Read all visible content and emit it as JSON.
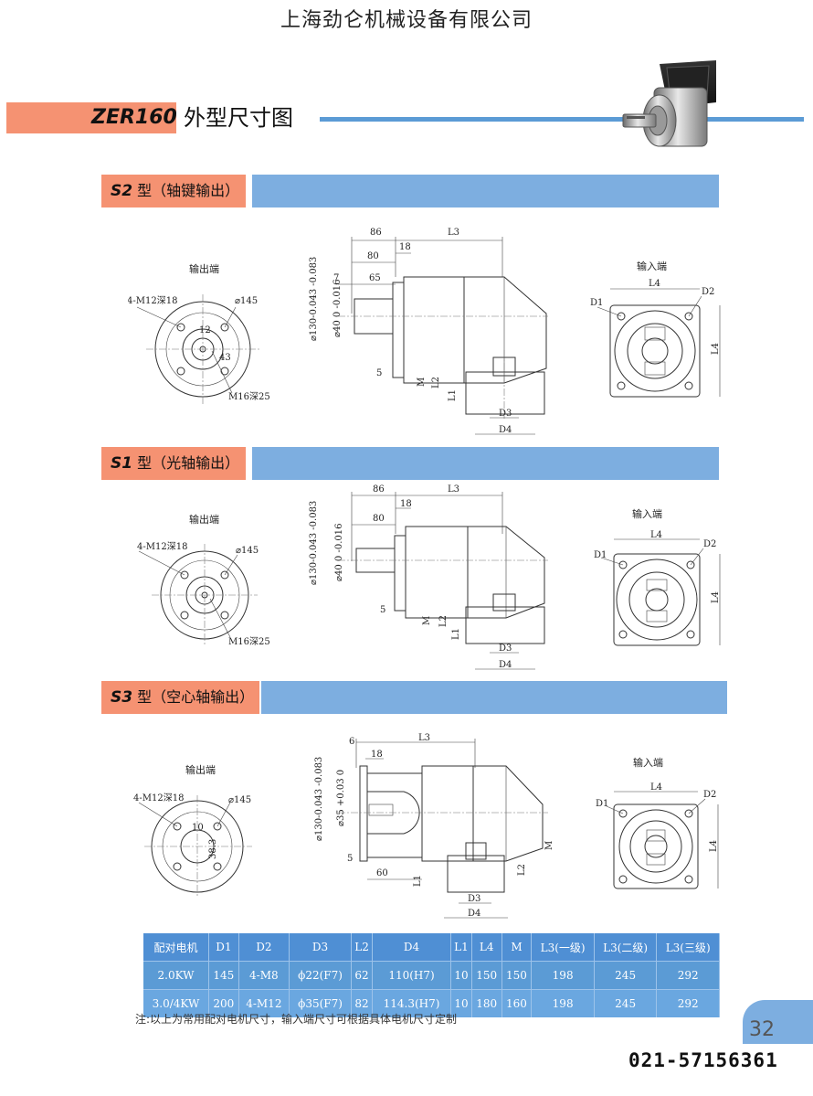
{
  "company": "上海劲仑机械设备有限公司",
  "title": {
    "model": "ZER160",
    "text": "外型尺寸图"
  },
  "sections": [
    {
      "code": "S2",
      "name": "型（轴键输出）",
      "out_label": "输出端",
      "in_label": "输入端",
      "dims": {
        "d86": "86",
        "d80": "80",
        "d7": "7",
        "d65": "65",
        "d18": "18",
        "l3": "L3",
        "l4": "L4",
        "d1": "D1",
        "d2": "D2",
        "d3": "D3",
        "d4": "D4",
        "m": "M",
        "l2": "L2",
        "l1": "L1",
        "d5": "5",
        "holes": "4-M12深18",
        "pcd": "⌀145",
        "thread": "M16深25",
        "key": "12",
        "h43": "43",
        "od": "⌀130-0.043 -0.083",
        "shaft": "⌀40 0 -0.016"
      }
    },
    {
      "code": "S1",
      "name": "型（光轴输出）",
      "out_label": "输出端",
      "in_label": "输入端",
      "dims": {
        "d86": "86",
        "d80": "80",
        "d18": "18",
        "l3": "L3",
        "l4": "L4",
        "d1": "D1",
        "d2": "D2",
        "d3": "D3",
        "d4": "D4",
        "m": "M",
        "l2": "L2",
        "l1": "L1",
        "d5": "5",
        "holes": "4-M12深18",
        "pcd": "⌀145",
        "thread": "M16深25",
        "od": "⌀130-0.043 -0.083",
        "shaft": "⌀40 0 -0.016"
      }
    },
    {
      "code": "S3",
      "name": "型（空心轴输出）",
      "out_label": "输出端",
      "in_label": "输入端",
      "dims": {
        "d6": "6",
        "d18": "18",
        "d60": "60",
        "l3": "L3",
        "l4": "L4",
        "d1": "D1",
        "d2": "D2",
        "d3": "D3",
        "d4": "D4",
        "m": "M",
        "l2": "L2",
        "l1": "L1",
        "d5": "5",
        "holes": "4-M12深18",
        "pcd": "⌀145",
        "key": "10",
        "h38": "38.3",
        "od": "⌀130-0.043 -0.083",
        "shaft": "⌀35 +0.03 0"
      }
    }
  ],
  "table": {
    "headers": [
      "配对电机",
      "D1",
      "D2",
      "D3",
      "L2",
      "D4",
      "L1",
      "L4",
      "M",
      "L3(一级)",
      "L3(二级)",
      "L3(三级)"
    ],
    "rows": [
      [
        "2.0KW",
        "145",
        "4-M8",
        "ϕ22(F7)",
        "62",
        "110(H7)",
        "10",
        "150",
        "150",
        "198",
        "245",
        "292"
      ],
      [
        "3.0/4KW",
        "200",
        "4-M12",
        "ϕ35(F7)",
        "82",
        "114.3(H7)",
        "10",
        "180",
        "160",
        "198",
        "245",
        "292"
      ]
    ]
  },
  "note": "注:以上为常用配对电机尺寸，输入端尺寸可根据具体电机尺寸定制",
  "page_number": "32",
  "phone": "021-57156361",
  "colors": {
    "accent_salmon": "#f59272",
    "accent_blue": "#7daee0",
    "table_blue": "#5b9bd5"
  }
}
